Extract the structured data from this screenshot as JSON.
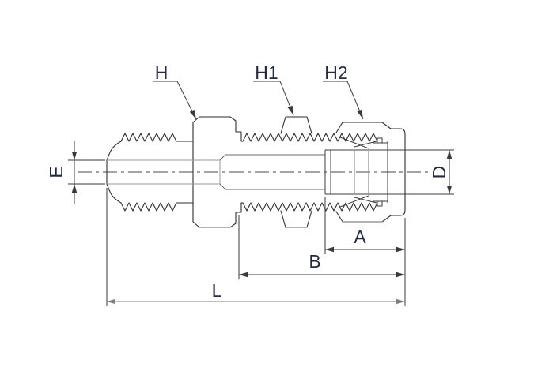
{
  "drawing": {
    "labels": {
      "h": "H",
      "h1": "H1",
      "h2": "H2",
      "e": "E",
      "d": "D",
      "a": "A",
      "b": "B",
      "l": "L"
    },
    "colors": {
      "outline": "#2e2e2e",
      "hidden_detail": "#909090",
      "dimension": "#3a3a3a",
      "dimension_overall": "#7f7f7f",
      "label_text": "#232a42",
      "background": "#ffffff"
    }
  }
}
